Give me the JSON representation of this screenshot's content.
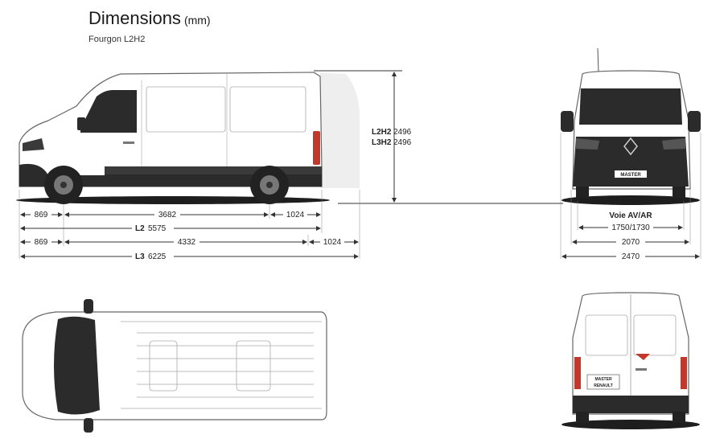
{
  "header": {
    "title": "Dimensions",
    "unit": "(mm)",
    "subtitle": "Fourgon L2H2"
  },
  "side_view": {
    "height_rows": [
      {
        "label": "L2H2",
        "value": "2496"
      },
      {
        "label": "L3H2",
        "value": "2496"
      }
    ],
    "row_l2": {
      "front": "869",
      "wheelbase": "3682",
      "rear": "1024"
    },
    "total_l2": {
      "label": "L2",
      "value": "5575"
    },
    "row_l3": {
      "front": "869",
      "wheelbase": "4332",
      "rear": "1024"
    },
    "total_l3": {
      "label": "L3",
      "value": "6225"
    }
  },
  "front_view": {
    "track_title": "Voie AV/AR",
    "track_value": "1750/1730",
    "width_body": "2070",
    "width_mirrors": "2470",
    "badge": "MASTER"
  },
  "rear_view": {
    "badge_top": "MASTER",
    "badge_bottom": "RENAULT"
  },
  "colors": {
    "accent_red": "#c0392b",
    "van_body": "#ffffff",
    "outline": "#555555",
    "dark_trim": "#2b2b2b",
    "shadow": "#1e1e1e"
  }
}
